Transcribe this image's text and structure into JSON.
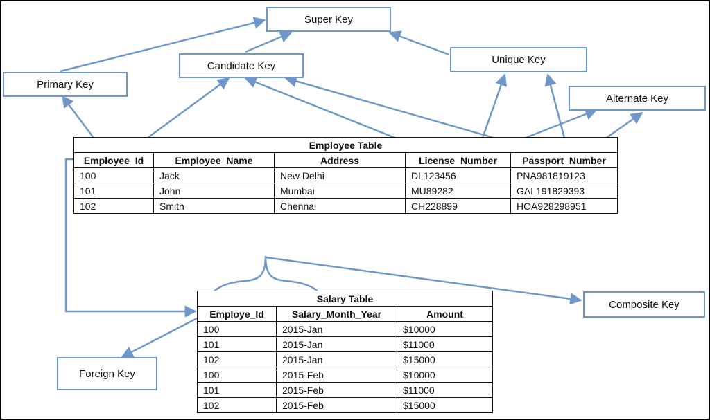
{
  "keys": {
    "super": "Super Key",
    "candidate": "Candidate Key",
    "primary": "Primary Key",
    "unique": "Unique Key",
    "alternate": "Alternate Key",
    "composite": "Composite Key",
    "foreign": "Foreign Key"
  },
  "employee_table": {
    "title": "Employee Table",
    "headers": [
      "Employee_Id",
      "Employee_Name",
      "Address",
      "License_Number",
      "Passport_Number"
    ],
    "rows": [
      [
        "100",
        "Jack",
        "New Delhi",
        "DL123456",
        "PNA981819123"
      ],
      [
        "101",
        "John",
        "Mumbai",
        "MU89282",
        "GAL191829393"
      ],
      [
        "102",
        "Smith",
        "Chennai",
        "CH228899",
        "HOA928298951"
      ]
    ]
  },
  "salary_table": {
    "title": "Salary Table",
    "headers": [
      "Employe_Id",
      "Salary_Month_Year",
      "Amount"
    ],
    "rows": [
      [
        "100",
        "2015-Jan",
        "$10000"
      ],
      [
        "101",
        "2015-Jan",
        "$11000"
      ],
      [
        "102",
        "2015-Jan",
        "$15000"
      ],
      [
        "100",
        "2015-Feb",
        "$10000"
      ],
      [
        "101",
        "2015-Feb",
        "$11000"
      ],
      [
        "102",
        "2015-Feb",
        "$15000"
      ]
    ]
  },
  "colors": {
    "arrow": "#6f97c9",
    "border": "#6f97c9",
    "table_border": "#111111"
  }
}
